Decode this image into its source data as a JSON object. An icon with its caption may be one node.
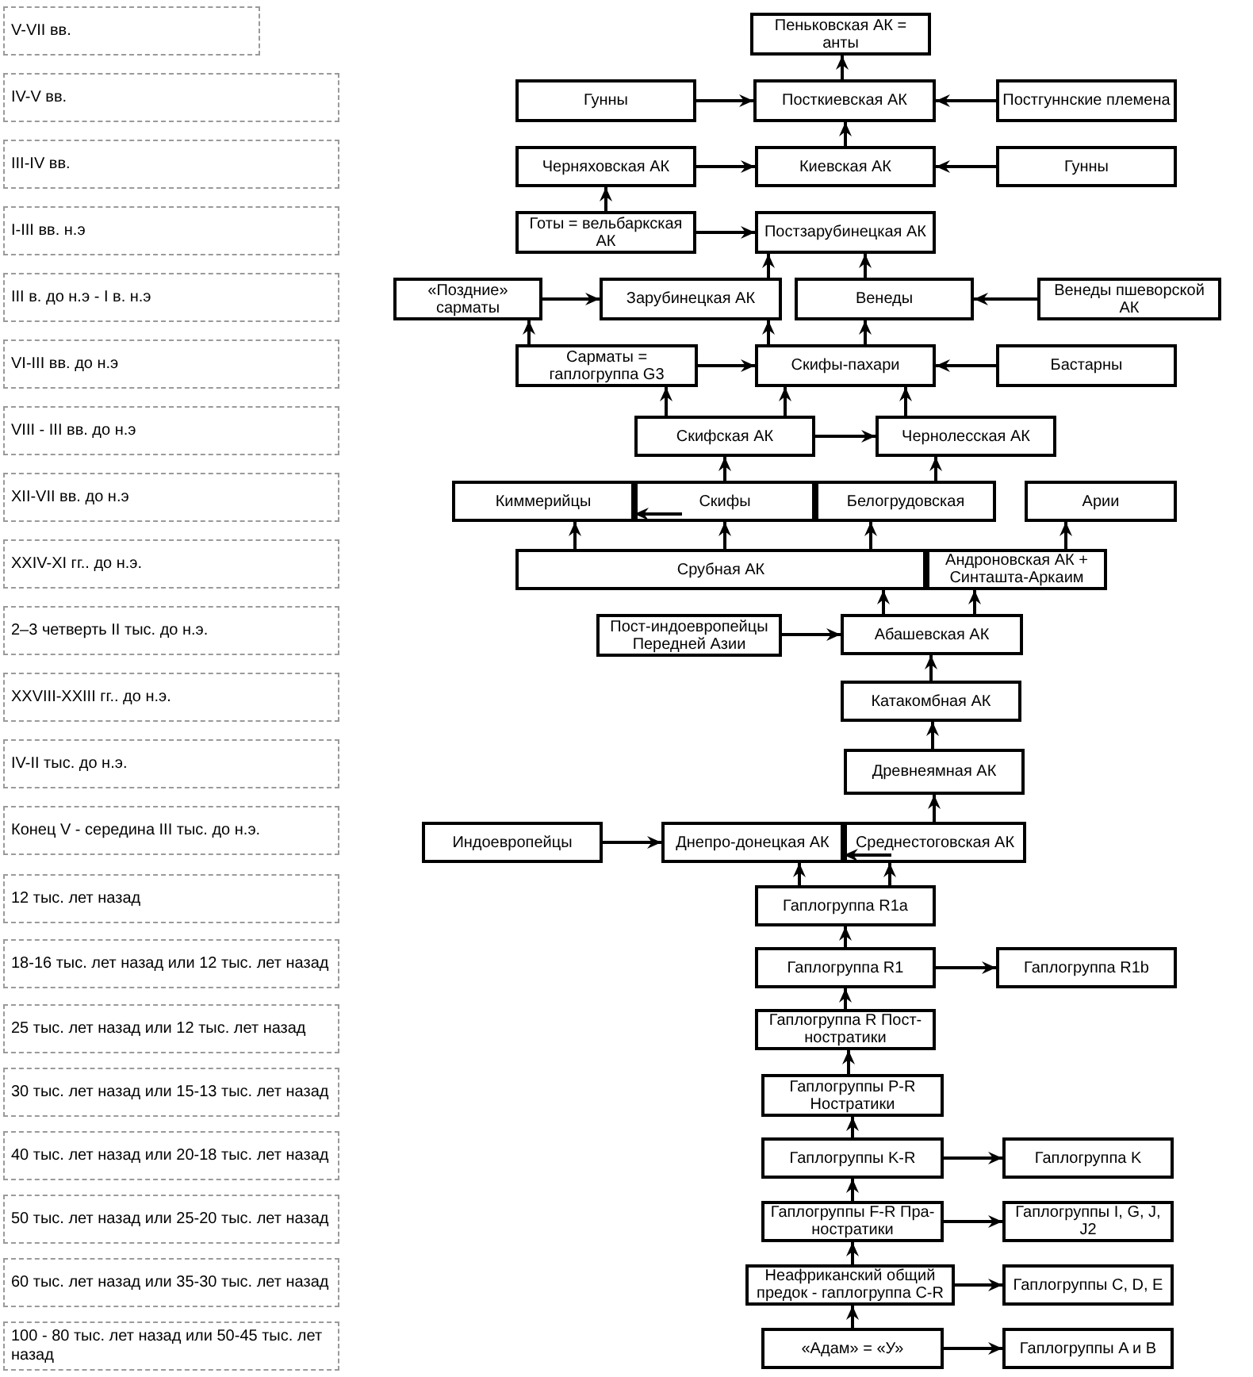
{
  "diagram": {
    "nodes": [
      {
        "text": [
          "V-VII вв."
        ]
      },
      {
        "text": [
          "IV-V вв."
        ]
      },
      {
        "text": [
          "III-IV вв."
        ]
      },
      {
        "text": [
          "I-III вв. н.э"
        ]
      },
      {
        "text": [
          "III в. до н.э - I в. н.э"
        ]
      },
      {
        "text": [
          "VI-III вв. до н.э"
        ]
      },
      {
        "text": [
          "VIII - III вв. до н.э"
        ]
      },
      {
        "text": [
          "XII-VII вв. до н.э"
        ]
      },
      {
        "text": [
          "XXIV-XI гг.. до н.э."
        ]
      },
      {
        "text": [
          "2–3 четверть II тыс. до н.э."
        ]
      },
      {
        "text": [
          "XXVIII-XXIII гг.. до н.э."
        ]
      },
      {
        "text": [
          "IV-II тыс. до н.э."
        ]
      },
      {
        "text": [
          "Конец V - середина III тыс. до н.э."
        ]
      },
      {
        "text": [
          "12 тыс. лет назад"
        ]
      },
      {
        "text": [
          "18-16 тыс. лет назад или 12 тыс. лет назад"
        ]
      },
      {
        "text": [
          "25 тыс. лет назад или 12 тыс. лет назад"
        ]
      },
      {
        "text": [
          "30 тыс. лет назад или 15-13 тыс. лет назад"
        ]
      },
      {
        "text": [
          "40 тыс. лет назад или 20-18 тыс. лет назад"
        ]
      },
      {
        "text": [
          "50 тыс. лет назад или 25-20 тыс. лет назад"
        ]
      },
      {
        "text": [
          "60 тыс. лет назад или 35-30 тыс. лет назад"
        ]
      },
      {
        "text": [
          "100 - 80 тыс. лет назад или 50-45 тыс. лет назад"
        ]
      },
      {
        "text": [
          "Пеньковская АК = анты"
        ]
      },
      {
        "text": [
          "Гунны"
        ]
      },
      {
        "text": [
          "Посткиевская АК"
        ]
      },
      {
        "text": [
          "Постгуннские племена"
        ]
      },
      {
        "text": [
          "Черняховская АК"
        ]
      },
      {
        "text": [
          "Киевская АК"
        ]
      },
      {
        "text": [
          "Гунны"
        ]
      },
      {
        "text": [
          "Готы = вельбаркская АК"
        ]
      },
      {
        "text": [
          "Постзарубинецкая АК"
        ]
      },
      {
        "text": [
          "«Поздние» сарматы"
        ]
      },
      {
        "text": [
          "Зарубинецкая АК"
        ]
      },
      {
        "text": [
          "Венеды"
        ]
      },
      {
        "text": [
          "Венеды пшеворской АК"
        ]
      },
      {
        "text": [
          "Сарматы = гаплогруппа G3"
        ]
      },
      {
        "text": [
          "Скифы-пахари"
        ]
      },
      {
        "text": [
          "Бастарны"
        ]
      },
      {
        "text": [
          "Скифская АК"
        ]
      },
      {
        "text": [
          "Чернолесская АК"
        ]
      },
      {
        "text": [
          "Киммерийцы"
        ]
      },
      {
        "text": [
          "Скифы"
        ]
      },
      {
        "text": [
          "Белогрудовская"
        ]
      },
      {
        "text": [
          "Арии"
        ]
      },
      {
        "text": [
          "Срубная АК"
        ]
      },
      {
        "text": [
          "Андроновская АК + Синташта-Аркаим"
        ]
      },
      {
        "text": [
          "Пост-индоевропейцы Передней Азии"
        ]
      },
      {
        "text": [
          "Абашевская АК"
        ]
      },
      {
        "text": [
          "Катакомбная АК"
        ]
      },
      {
        "text": [
          "Древнеямная АК"
        ]
      },
      {
        "text": [
          "Индоевропейцы"
        ]
      },
      {
        "text": [
          "Днепро-донецкая АК"
        ]
      },
      {
        "text": [
          "Среднестоговская АК"
        ]
      },
      {
        "text": [
          "Гаплогруппа R1a"
        ]
      },
      {
        "text": [
          "Гаплогруппа R1"
        ]
      },
      {
        "text": [
          "Гаплогруппа R1b"
        ]
      },
      {
        "text": [
          "Гаплогруппа R Пост-ностратики"
        ]
      },
      {
        "text": [
          "Гаплогруппы P-R Ностратики"
        ]
      },
      {
        "text": [
          "Гаплогруппы K-R"
        ]
      },
      {
        "text": [
          "Гаплогруппа K"
        ]
      },
      {
        "text": [
          "Гаплогруппы F-R Пра-ностратики"
        ]
      },
      {
        "text": [
          "Гаплогруппы I, G, J, J2"
        ]
      },
      {
        "text": [
          "Неафриканский общий предок - гаплогруппа C-R"
        ]
      },
      {
        "text": [
          "Гаплогруппы C, D, E"
        ]
      },
      {
        "text": [
          "«Адам» = «У»"
        ]
      },
      {
        "text": [
          "Гаплогруппы A и B"
        ]
      }
    ],
    "edges": [
      {
        "from": 23,
        "to": 21,
        "arrow": "to"
      },
      {
        "from": 22,
        "to": 23,
        "arrow": "to"
      },
      {
        "from": 24,
        "to": 23,
        "arrow": "to"
      },
      {
        "from": 26,
        "to": 23,
        "arrow": "to"
      },
      {
        "from": 25,
        "to": 26,
        "arrow": "to"
      },
      {
        "from": 27,
        "to": 26,
        "arrow": "to"
      },
      {
        "from": 28,
        "to": 25,
        "arrow": "to"
      },
      {
        "from": 28,
        "to": 29,
        "arrow": "to"
      },
      {
        "from": 31,
        "to": 29,
        "arrow": "to"
      },
      {
        "from": 32,
        "to": 29,
        "arrow": "to"
      },
      {
        "from": 30,
        "to": 31,
        "arrow": "to"
      },
      {
        "from": 34,
        "to": 30,
        "arrow": "to"
      },
      {
        "from": 34,
        "to": 35,
        "arrow": "to"
      },
      {
        "from": 35,
        "to": 31,
        "arrow": "to"
      },
      {
        "from": 35,
        "to": 32,
        "arrow": "to"
      },
      {
        "from": 33,
        "to": 32,
        "arrow": "to"
      },
      {
        "from": 36,
        "to": 35,
        "arrow": "to"
      },
      {
        "from": 37,
        "to": 34,
        "arrow": "to"
      },
      {
        "from": 37,
        "to": 35,
        "arrow": "to"
      },
      {
        "from": 38,
        "to": 35,
        "arrow": "to"
      },
      {
        "from": 37,
        "to": 38,
        "arrow": "to"
      },
      {
        "from": 40,
        "to": 37,
        "arrow": "to"
      },
      {
        "from": 41,
        "to": 38,
        "arrow": "to"
      },
      {
        "from": 43,
        "to": 39,
        "arrow": "to"
      },
      {
        "from": 43,
        "to": 40,
        "arrow": "to"
      },
      {
        "from": 43,
        "to": 41,
        "arrow": "to"
      },
      {
        "from": 40,
        "to": 39,
        "arrow": "to"
      },
      {
        "from": 44,
        "to": 42,
        "arrow": "to"
      },
      {
        "from": 46,
        "to": 43,
        "arrow": "to"
      },
      {
        "from": 46,
        "to": 44,
        "arrow": "to"
      },
      {
        "from": 45,
        "to": 46,
        "arrow": "to"
      },
      {
        "from": 47,
        "to": 46,
        "arrow": "to"
      },
      {
        "from": 48,
        "to": 47,
        "arrow": "to"
      },
      {
        "from": 51,
        "to": 48,
        "arrow": "to"
      },
      {
        "from": 49,
        "to": 50,
        "arrow": "to"
      },
      {
        "from": 51,
        "to": 50,
        "arrow": "to"
      },
      {
        "from": 52,
        "to": 50,
        "arrow": "to"
      },
      {
        "from": 52,
        "to": 51,
        "arrow": "to"
      },
      {
        "from": 53,
        "to": 52,
        "arrow": "to"
      },
      {
        "from": 53,
        "to": 54,
        "arrow": "to"
      },
      {
        "from": 55,
        "to": 53,
        "arrow": "to"
      },
      {
        "from": 56,
        "to": 55,
        "arrow": "to"
      },
      {
        "from": 57,
        "to": 56,
        "arrow": "to"
      },
      {
        "from": 57,
        "to": 58,
        "arrow": "to"
      },
      {
        "from": 59,
        "to": 57,
        "arrow": "to"
      },
      {
        "from": 59,
        "to": 60,
        "arrow": "to"
      },
      {
        "from": 61,
        "to": 59,
        "arrow": "to"
      },
      {
        "from": 61,
        "to": 62,
        "arrow": "to"
      },
      {
        "from": 63,
        "to": 61,
        "arrow": "to"
      },
      {
        "from": 63,
        "to": 64,
        "arrow": "to"
      }
    ]
  }
}
